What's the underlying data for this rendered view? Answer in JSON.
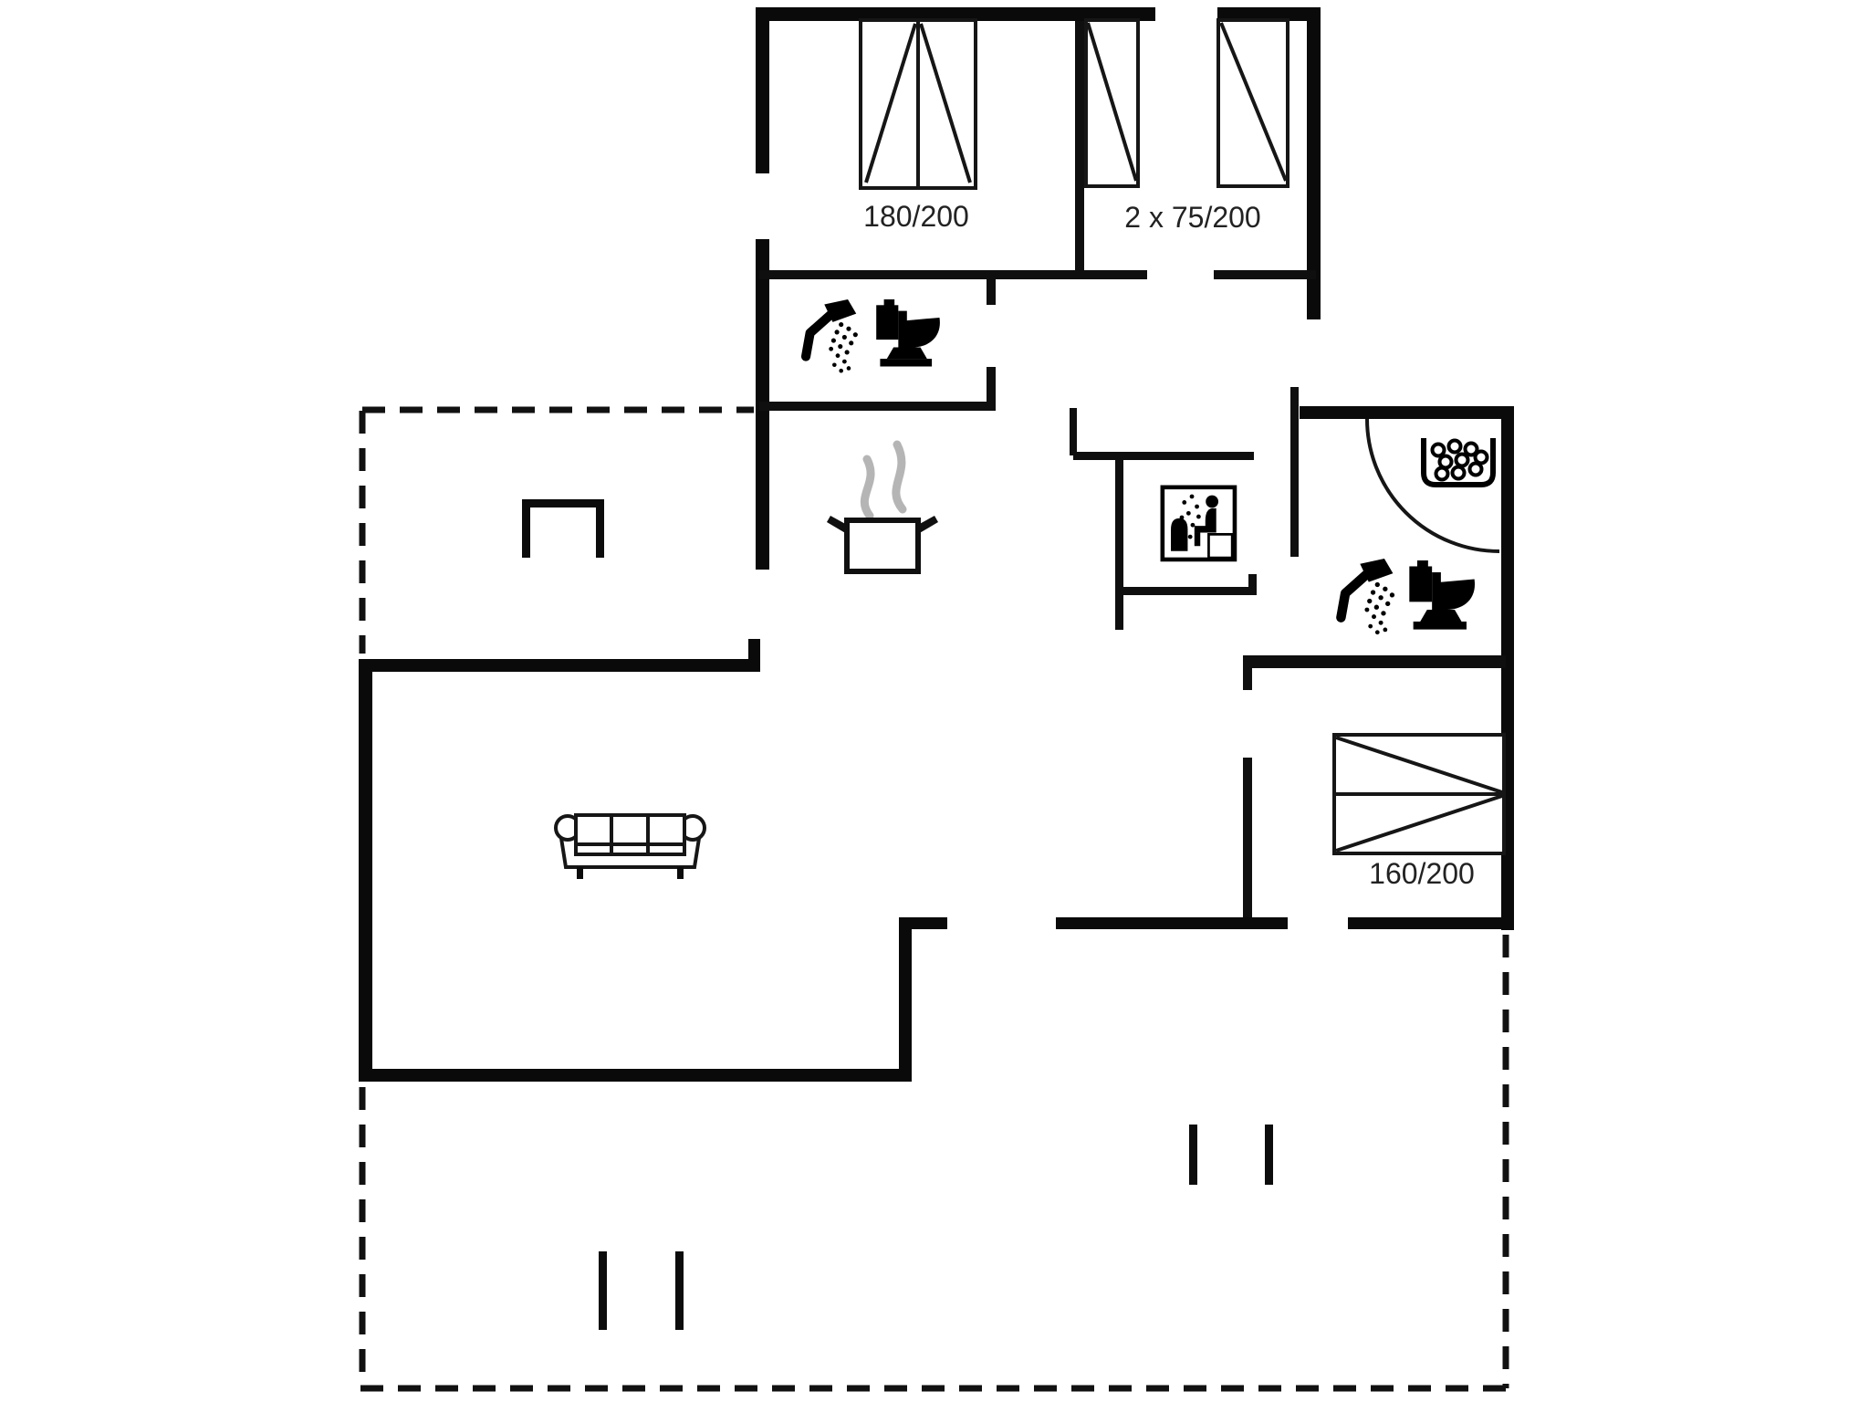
{
  "floorplan": {
    "bed_labels": {
      "double": "180/200",
      "twin": "2 x 75/200",
      "queen": "160/200"
    },
    "colors": {
      "background": "#ffffff",
      "wall": "#0a0a0a",
      "furniture_line": "#161616",
      "steam": "#b5b5b5",
      "label_text": "#222222"
    },
    "icons": {
      "bathroom_top": [
        "shower-icon",
        "toilet-icon"
      ],
      "bathroom_right": [
        "shower-icon",
        "toilet-icon"
      ],
      "sauna_room": "sauna-icon",
      "bathroom_right_corner": "whirlpool-icon",
      "kitchen": [
        "cooking-pot-icon",
        "steam-icon"
      ],
      "living_room": [
        "sofa-icon",
        "fireplace-icon"
      ]
    }
  }
}
